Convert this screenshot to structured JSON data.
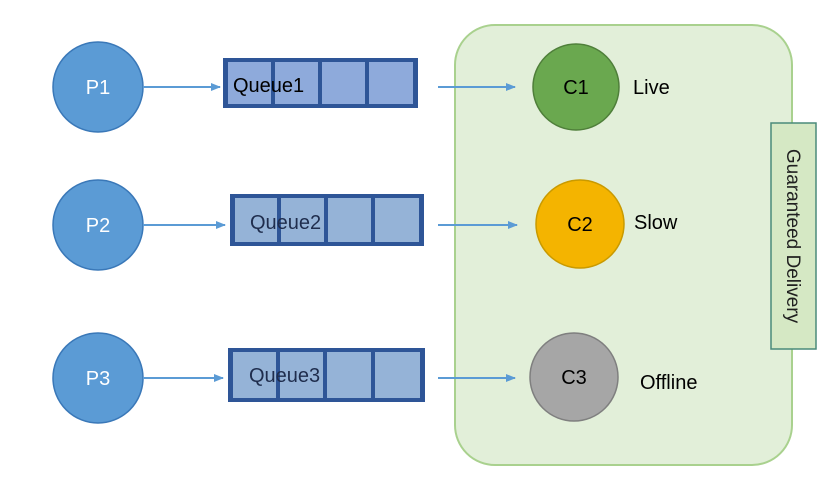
{
  "producers": [
    {
      "label": "P1"
    },
    {
      "label": "P2"
    },
    {
      "label": "P3"
    }
  ],
  "queues": [
    {
      "label": "Queue1"
    },
    {
      "label": "Queue2"
    },
    {
      "label": "Queue3"
    }
  ],
  "consumers": [
    {
      "label": "C1",
      "status": "Live",
      "color": "#6aa84f"
    },
    {
      "label": "C2",
      "status": "Slow",
      "color": "#f4b400"
    },
    {
      "label": "C3",
      "status": "Offline",
      "color": "#a6a6a6"
    }
  ],
  "guaranteed_delivery": {
    "label": "Guaranteed Delivery"
  },
  "colors": {
    "producer_fill": "#5b9bd5",
    "queue_fill": "#95b3d7",
    "queue_border": "#2e5597",
    "arrow": "#5b9bd5",
    "zone_fill": "#e2efd9",
    "zone_border": "#a9d18e"
  }
}
